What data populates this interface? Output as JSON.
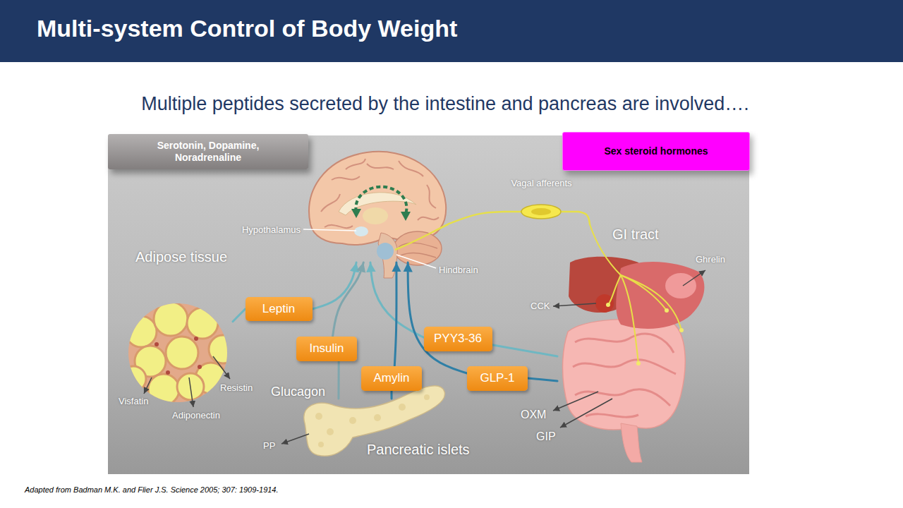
{
  "diagram": {
    "title": "Multi-system Control of Body Weight",
    "caption": "Adapted from Badman M.K. and Flier J.S. Science 2005; 307: 1909-1914.",
    "nodes": [
      {
        "text": [
          "Serotonin, Dopamine, Noradrenaline"
        ]
      },
      {
        "text": [
          "Sex steroid hormones"
        ]
      },
      {
        "text": [
          "Vagal afferents"
        ]
      },
      {
        "text": [
          "Hypothalamus",
          "Hindbrain"
        ]
      },
      {
        "text": [
          "GI tract"
        ]
      },
      {
        "text": [
          "Adipose tissue"
        ]
      },
      {
        "text": [
          "Leptin"
        ]
      },
      {
        "text": [
          "PYY3-36"
        ]
      },
      {
        "text": [
          "Insulin"
        ]
      },
      {
        "text": [
          "Amylin"
        ]
      },
      {
        "text": [
          "GLP-1"
        ]
      },
      {
        "text": [
          "Pancreatic islets"
        ]
      }
    ],
    "edges": [
      {
        "from": 5,
        "to": 6,
        "arrow": "none"
      },
      {
        "from": 6,
        "to": 3,
        "arrow": "to"
      },
      {
        "from": 11,
        "to": 8,
        "arrow": "none"
      },
      {
        "from": 8,
        "to": 3,
        "arrow": "to"
      },
      {
        "from": 4,
        "to": 7,
        "arrow": "none"
      },
      {
        "from": 7,
        "to": 3,
        "arrow": "to"
      },
      {
        "from": 11,
        "to": 9,
        "arrow": "none"
      },
      {
        "from": 9,
        "to": 3,
        "arrow": "to"
      },
      {
        "from": 4,
        "to": 10,
        "arrow": "none"
      },
      {
        "from": 10,
        "to": 3,
        "arrow": "to"
      },
      {
        "from": 4,
        "to": 2,
        "arrow": "none"
      },
      {
        "from": 2,
        "to": 3,
        "arrow": "none"
      }
    ],
    "labels": [
      "Multiple peptides secreted by the intestine and pancreas are involved….",
      "Ghrelin",
      "CCK",
      "Resistin",
      "Glucagon",
      "Visfatin",
      "OXM",
      "Adiponectin",
      "GIP",
      "PP"
    ]
  }
}
